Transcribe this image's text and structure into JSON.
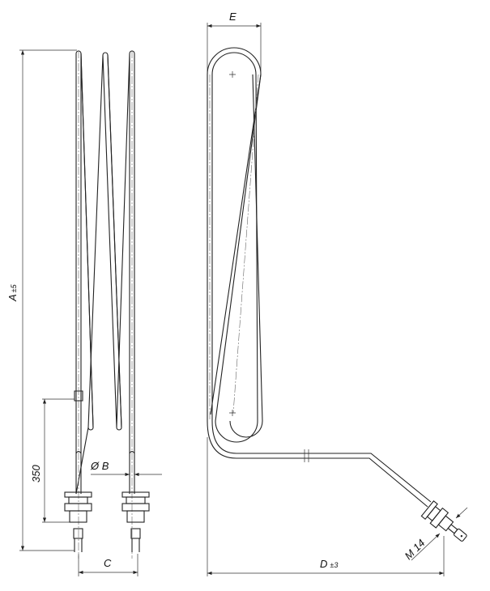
{
  "title": "Tubular heater element drawing",
  "dimensions": {
    "A": "A",
    "A_tol": "±5",
    "fixed_length": "350",
    "B": "Ø B",
    "C": "C",
    "D": "D",
    "D_tol": "±3",
    "E": "E",
    "thread": "M 14"
  }
}
